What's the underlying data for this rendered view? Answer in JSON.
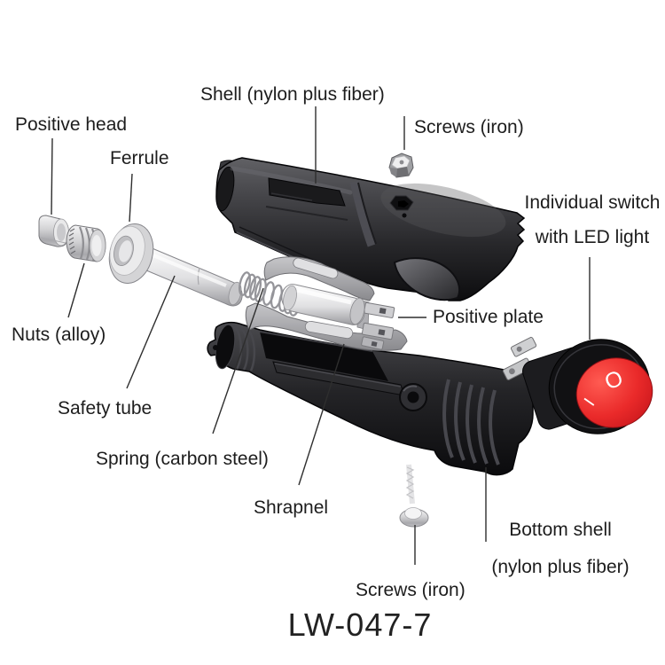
{
  "model_label": "LW-047-7",
  "labels": {
    "shell": "Shell (nylon plus fiber)",
    "screws_top": "Screws (iron)",
    "positive_head": "Positive head",
    "ferrule": "Ferrule",
    "individual_switch_line1": "Individual switch",
    "individual_switch_line2": "with LED light",
    "nuts": "Nuts (alloy)",
    "positive_plate": "Positive plate",
    "safety_tube": "Safety tube",
    "spring": "Spring (carbon steel)",
    "shrapnel": "Shrapnel",
    "bottom_shell_line1": "Bottom shell",
    "bottom_shell_line2": "(nylon plus fiber)",
    "screws_bottom": "Screws (iron)"
  },
  "switch_markings": {
    "on": "I",
    "off": "O"
  },
  "colors": {
    "background": "#ffffff",
    "label_text": "#1d1d1d",
    "shell_dark": "#2b2b2d",
    "metal_light": "#d9d9d9",
    "switch_red": "#e8262a",
    "leader_line": "#2e2e2e"
  }
}
